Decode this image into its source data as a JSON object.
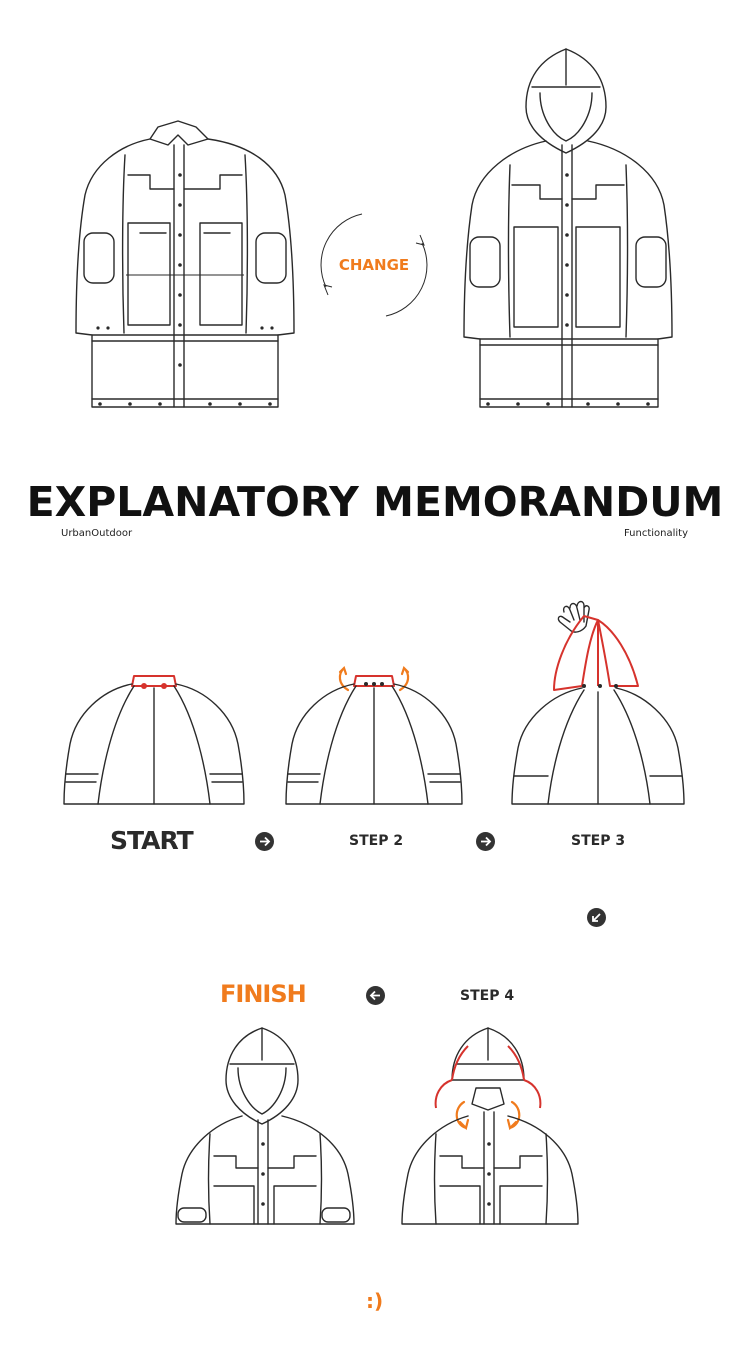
{
  "change_badge": {
    "label": "CHANGE",
    "color": "#f07b1d"
  },
  "header": {
    "title": "EXPLANATORY MEMORANDUM",
    "left_caption": "UrbanOutdoor",
    "right_caption": "Functionality"
  },
  "steps": {
    "start": "START",
    "step2": "STEP 2",
    "step3": "STEP 3",
    "step4": "STEP 4",
    "finish": "FINISH"
  },
  "footer": {
    "emoticon": ":)"
  },
  "icons": {
    "next": "arrow-right-icon",
    "down_left": "arrow-down-left-icon",
    "back": "arrow-left-icon",
    "hand": "hand-icon"
  },
  "colors": {
    "accent_orange": "#f07b1d",
    "highlight_red": "#d6332d",
    "line": "#2a2a2a"
  }
}
